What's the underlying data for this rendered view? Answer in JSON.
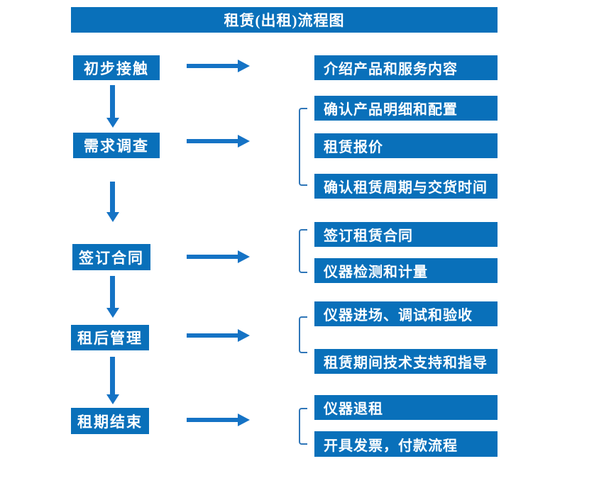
{
  "title": "租赁(出租)流程图",
  "colors": {
    "box_blue": "#0970ba",
    "arrow_blue": "#1573c5",
    "bracket_blue": "#2f76b8",
    "text_white": "#ffffff"
  },
  "steps": [
    {
      "label": "初步接触",
      "details": [
        "介绍产品和服务内容"
      ]
    },
    {
      "label": "需求调查",
      "details": [
        "确认产品明细和配置",
        "租赁报价",
        "确认租赁周期与交货时间"
      ]
    },
    {
      "label": "签订合同",
      "details": [
        "签订租赁合同",
        "仪器检测和计量"
      ]
    },
    {
      "label": "租后管理",
      "details": [
        "仪器进场、调试和验收",
        "租赁期间技术支持和指导"
      ]
    },
    {
      "label": "租期结束",
      "details": [
        "仪器退租",
        "开具发票，付款流程"
      ]
    }
  ]
}
